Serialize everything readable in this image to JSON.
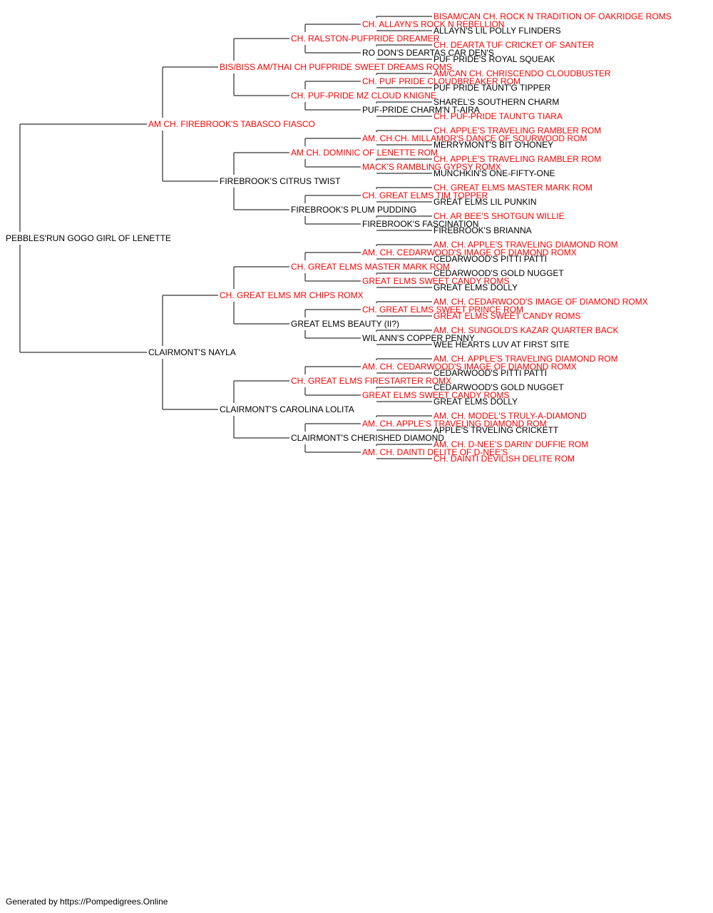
{
  "colors": {
    "titled": "#ff0000",
    "untitled": "#000000",
    "line": "#555555"
  },
  "pedigree": {
    "name": "PEBBLES'RUN GOGO GIRL OF LENETTE",
    "sire": {
      "name": "AM CH. FIREBROOK'S TABASCO FIASCO",
      "titled": true,
      "sire": {
        "name": "BIS/BISS AM/THAI CH PUFPRIDE SWEET DREAMS ROMS",
        "titled": true,
        "sire": {
          "name": "CH. RALSTON-PUFPRIDE DREAMER",
          "titled": true,
          "sire": {
            "name": "CH. ALLAYN'S ROCK N REBELLION",
            "titled": true,
            "sire": {
              "name": "BISAM/CAN CH. ROCK N TRADITION OF OAKRIDGE ROMS",
              "titled": true
            },
            "dam": {
              "name": "ALLAYN'S LIL POLLY FLINDERS",
              "titled": false
            }
          },
          "dam": {
            "name": "RO DON'S DEARTAS CAR DEN'S",
            "titled": false,
            "sire": {
              "name": "CH. DEARTA TUF CRICKET OF SANTER",
              "titled": true
            },
            "dam": {
              "name": "PUF PRIDE'S ROYAL SQUEAK",
              "titled": false
            }
          }
        },
        "dam": {
          "name": "CH. PUF-PRIDE MZ CLOUD KNIGNE",
          "titled": true,
          "sire": {
            "name": "CH. PUF PRIDE CLOUDBREAKER ROM",
            "titled": true,
            "sire": {
              "name": "AM/CAN CH. CHRISCENDO CLOUDBUSTER",
              "titled": true
            },
            "dam": {
              "name": "PUF PRIDE TAUNT'G TIPPER",
              "titled": false
            }
          },
          "dam": {
            "name": "PUF-PRIDE CHARM'N T-AIRA",
            "titled": false,
            "sire": {
              "name": "SHAREL'S SOUTHERN CHARM",
              "titled": false
            },
            "dam": {
              "name": "CH. PUF-PRIDE TAUNT'G TIARA",
              "titled": true
            }
          }
        }
      },
      "dam": {
        "name": "FIREBROOK'S CITRUS TWIST",
        "titled": false,
        "sire": {
          "name": "AM CH. DOMINIC OF LENETTE ROM",
          "titled": true,
          "sire": {
            "name": "AM. CH.CH. MILLAMOR'S DANCE OF SOURWOOD ROM",
            "titled": true,
            "sire": {
              "name": "CH. APPLE'S TRAVELING RAMBLER ROM",
              "titled": true
            },
            "dam": {
              "name": "MERRYMONT'S BIT O'HONEY",
              "titled": false
            }
          },
          "dam": {
            "name": "MACK'S RAMBLING GYPSY ROMX",
            "titled": true,
            "sire": {
              "name": "CH. APPLE'S TRAVELING RAMBLER ROM",
              "titled": true
            },
            "dam": {
              "name": "MUNCHKIN'S ONE-FIFTY-ONE",
              "titled": false
            }
          }
        },
        "dam": {
          "name": "FIREBROOK'S PLUM PUDDING",
          "titled": false,
          "sire": {
            "name": "CH. GREAT ELMS TIM TOPPER",
            "titled": true,
            "sire": {
              "name": "CH. GREAT ELMS MASTER MARK ROM",
              "titled": true
            },
            "dam": {
              "name": "GREAT ELMS LIL PUNKIN",
              "titled": false
            }
          },
          "dam": {
            "name": "FIREBROOK'S FASCINATION",
            "titled": false,
            "sire": {
              "name": "CH. AR BEE'S SHOTGUN WILLIE",
              "titled": true
            },
            "dam": {
              "name": "FIREBROOK'S BRIANNA",
              "titled": false
            }
          }
        }
      }
    },
    "dam": {
      "name": "CLAIRMONT'S NAYLA",
      "titled": false,
      "sire": {
        "name": "CH. GREAT ELMS MR CHIPS ROMX",
        "titled": true,
        "sire": {
          "name": "CH. GREAT ELMS MASTER MARK ROM",
          "titled": true,
          "sire": {
            "name": "AM. CH. CEDARWOOD'S IMAGE OF DIAMOND ROMX",
            "titled": true,
            "sire": {
              "name": "AM. CH. APPLE'S TRAVELING DIAMOND ROM",
              "titled": true
            },
            "dam": {
              "name": "CEDARWOOD'S PITTI PATTI",
              "titled": false
            }
          },
          "dam": {
            "name": "GREAT ELMS SWEET CANDY ROMS",
            "titled": true,
            "sire": {
              "name": "CEDARWOOD'S GOLD NUGGET",
              "titled": false
            },
            "dam": {
              "name": "GREAT ELMS DOLLY",
              "titled": false
            }
          }
        },
        "dam": {
          "name": "GREAT ELMS BEAUTY (II?)",
          "titled": false,
          "sire": {
            "name": "CH. GREAT ELMS SWEET PRINCE ROM",
            "titled": true,
            "sire": {
              "name": "AM. CH. CEDARWOOD'S IMAGE OF DIAMOND ROMX",
              "titled": true
            },
            "dam": {
              "name": "GREAT ELMS SWEET CANDY ROMS",
              "titled": true
            }
          },
          "dam": {
            "name": "WIL ANN'S COPPER PENNY",
            "titled": false,
            "sire": {
              "name": "AM. CH. SUNGOLD'S KAZAR QUARTER BACK",
              "titled": true
            },
            "dam": {
              "name": "WEE HEARTS LUV AT FIRST SITE",
              "titled": false
            }
          }
        }
      },
      "dam": {
        "name": "CLAIRMONT'S CAROLINA LOLITA",
        "titled": false,
        "sire": {
          "name": "CH. GREAT ELMS FIRESTARTER ROMX",
          "titled": true,
          "sire": {
            "name": "AM. CH. CEDARWOOD'S IMAGE OF DIAMOND ROMX",
            "titled": true,
            "sire": {
              "name": "AM. CH. APPLE'S TRAVELING DIAMOND ROM",
              "titled": true
            },
            "dam": {
              "name": "CEDARWOOD'S PITTI PATTI",
              "titled": false
            }
          },
          "dam": {
            "name": "GREAT ELMS SWEET CANDY ROMS",
            "titled": true,
            "sire": {
              "name": "CEDARWOOD'S GOLD NUGGET",
              "titled": false
            },
            "dam": {
              "name": "GREAT ELMS DOLLY",
              "titled": false
            }
          }
        },
        "dam": {
          "name": "CLAIRMONT'S CHERISHED DIAMOND",
          "titled": false,
          "sire": {
            "name": "AM. CH. APPLE'S TRAVELING DIAMOND ROM",
            "titled": true,
            "sire": {
              "name": "AM. CH. MODEL'S TRULY-A-DIAMOND",
              "titled": true
            },
            "dam": {
              "name": "APPLE'S TRVELING CRICKETT",
              "titled": false
            }
          },
          "dam": {
            "name": "AM. CH. DAINTI DELITE OF D-NEE'S",
            "titled": true,
            "sire": {
              "name": "AM. CH. D-NEE'S DARIN' DUFFIE ROM",
              "titled": true
            },
            "dam": {
              "name": "CH. DAINTI DEVILISH DELITE ROM",
              "titled": true
            }
          }
        }
      }
    }
  },
  "footer": "Generated by https://Pompedigrees.Online"
}
